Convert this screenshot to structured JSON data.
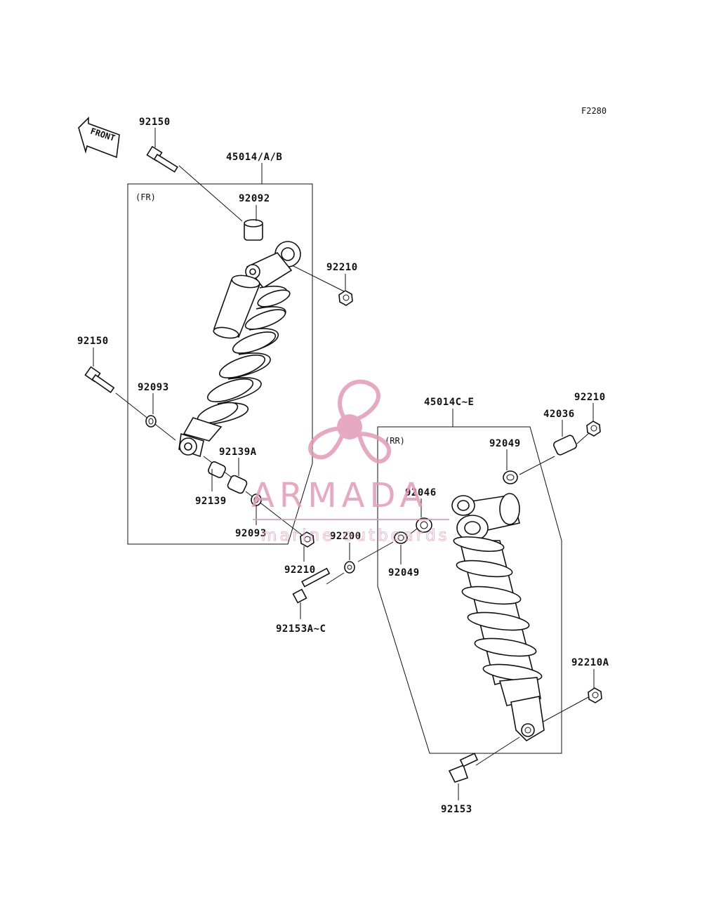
{
  "diagram_code": "F2280",
  "front_arrow_label": "FRONT",
  "colors": {
    "line": "#111111",
    "watermark": "#e39ab8"
  },
  "groups": {
    "front": {
      "assembly": "45014/A/B",
      "tag": "(FR)"
    },
    "rear": {
      "assembly": "45014C~E",
      "tag": "(RR)"
    }
  },
  "labels": {
    "fr_bolt_top": "92150",
    "fr_collar_top": "92092",
    "fr_nut_top": "92210",
    "fr_bolt_bottom": "92150",
    "fr_seal_left": "92093",
    "fr_bush_a": "92139A",
    "fr_bush": "92139",
    "fr_seal_right": "92093",
    "fr_nut_bottom": "92210",
    "rr_washer": "92200",
    "rr_bolt_lower": "92153A~C",
    "rr_nut_top": "92210",
    "rr_collar": "42036",
    "rr_seal_top": "92049",
    "rr_bearing": "92046",
    "rr_seal_lower": "92049",
    "rr_nut_bottom": "92210A",
    "rr_bolt_bottom": "92153"
  },
  "watermark": {
    "brand": "ARMADA",
    "tagline": "marine outboards"
  }
}
